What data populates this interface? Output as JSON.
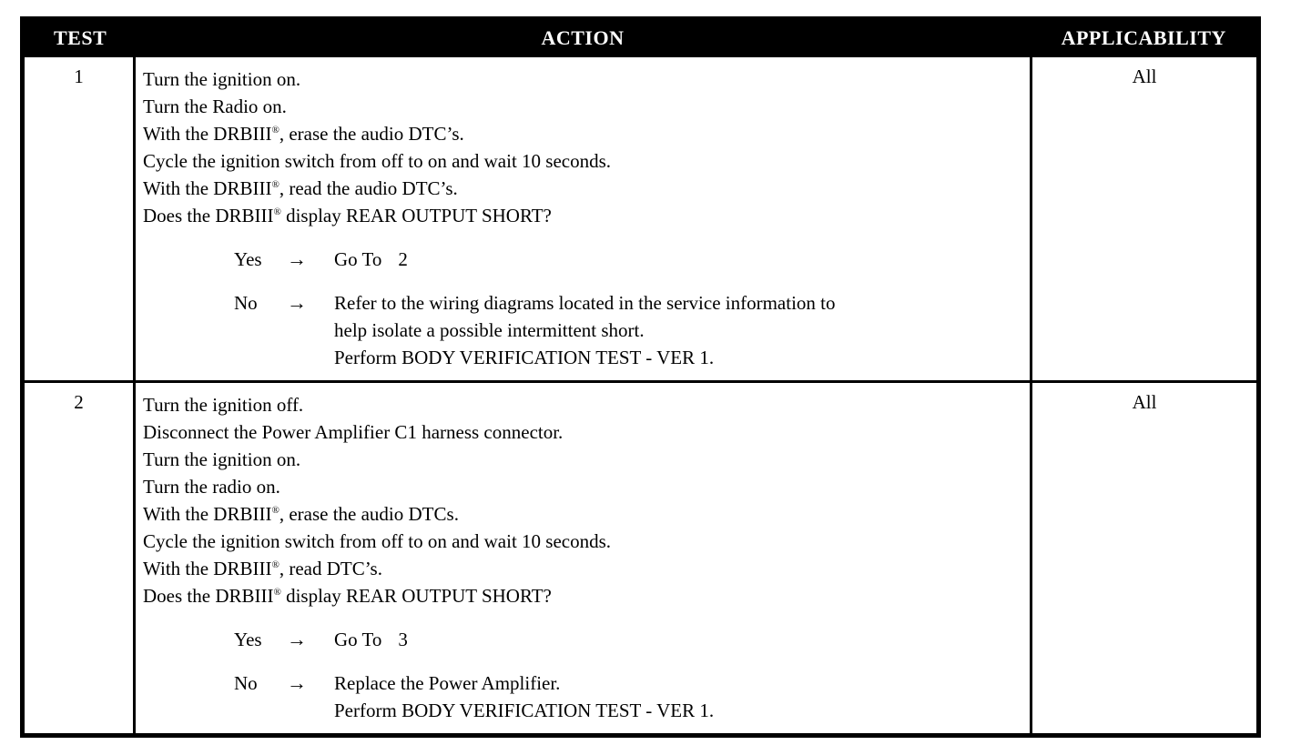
{
  "table": {
    "headers": {
      "test": "TEST",
      "action": "ACTION",
      "applicability": "APPLICABILITY"
    },
    "rows": [
      {
        "test_number": "1",
        "applicability": "All",
        "steps": [
          "Turn the ignition on.",
          "Turn the Radio on.",
          "With the DRBIII®, erase the audio DTC’s.",
          "Cycle the ignition switch from off to on and wait 10 seconds.",
          "With the DRBIII®, read the audio DTC’s.",
          "Does the DRBIII® display REAR OUTPUT SHORT?"
        ],
        "branches": [
          {
            "label": "Yes",
            "arrow": "→",
            "lead": "Go To",
            "target": "2",
            "lines": []
          },
          {
            "label": "No",
            "arrow": "→",
            "lead": "",
            "target": "",
            "lines": [
              "Refer to the wiring diagrams located in the service information to",
              "help isolate a possible intermittent short.",
              "Perform BODY VERIFICATION TEST - VER 1."
            ]
          }
        ]
      },
      {
        "test_number": "2",
        "applicability": "All",
        "steps": [
          "Turn the ignition off.",
          "Disconnect the Power Amplifier C1 harness connector.",
          "Turn the ignition on.",
          "Turn the radio on.",
          "With the DRBIII®, erase the audio DTCs.",
          "Cycle the ignition switch from off to on and wait 10 seconds.",
          "With the DRBIII®, read DTC’s.",
          "Does the DRBIII® display REAR OUTPUT SHORT?"
        ],
        "branches": [
          {
            "label": "Yes",
            "arrow": "→",
            "lead": "Go To",
            "target": "3",
            "lines": []
          },
          {
            "label": "No",
            "arrow": "→",
            "lead": "",
            "target": "",
            "lines": [
              "Replace the Power Amplifier.",
              "Perform BODY VERIFICATION TEST - VER 1."
            ]
          }
        ]
      }
    ]
  },
  "colors": {
    "header_background": "#000000",
    "header_text": "#ffffff",
    "body_text": "#000000",
    "page_background": "#ffffff",
    "border": "#000000"
  }
}
